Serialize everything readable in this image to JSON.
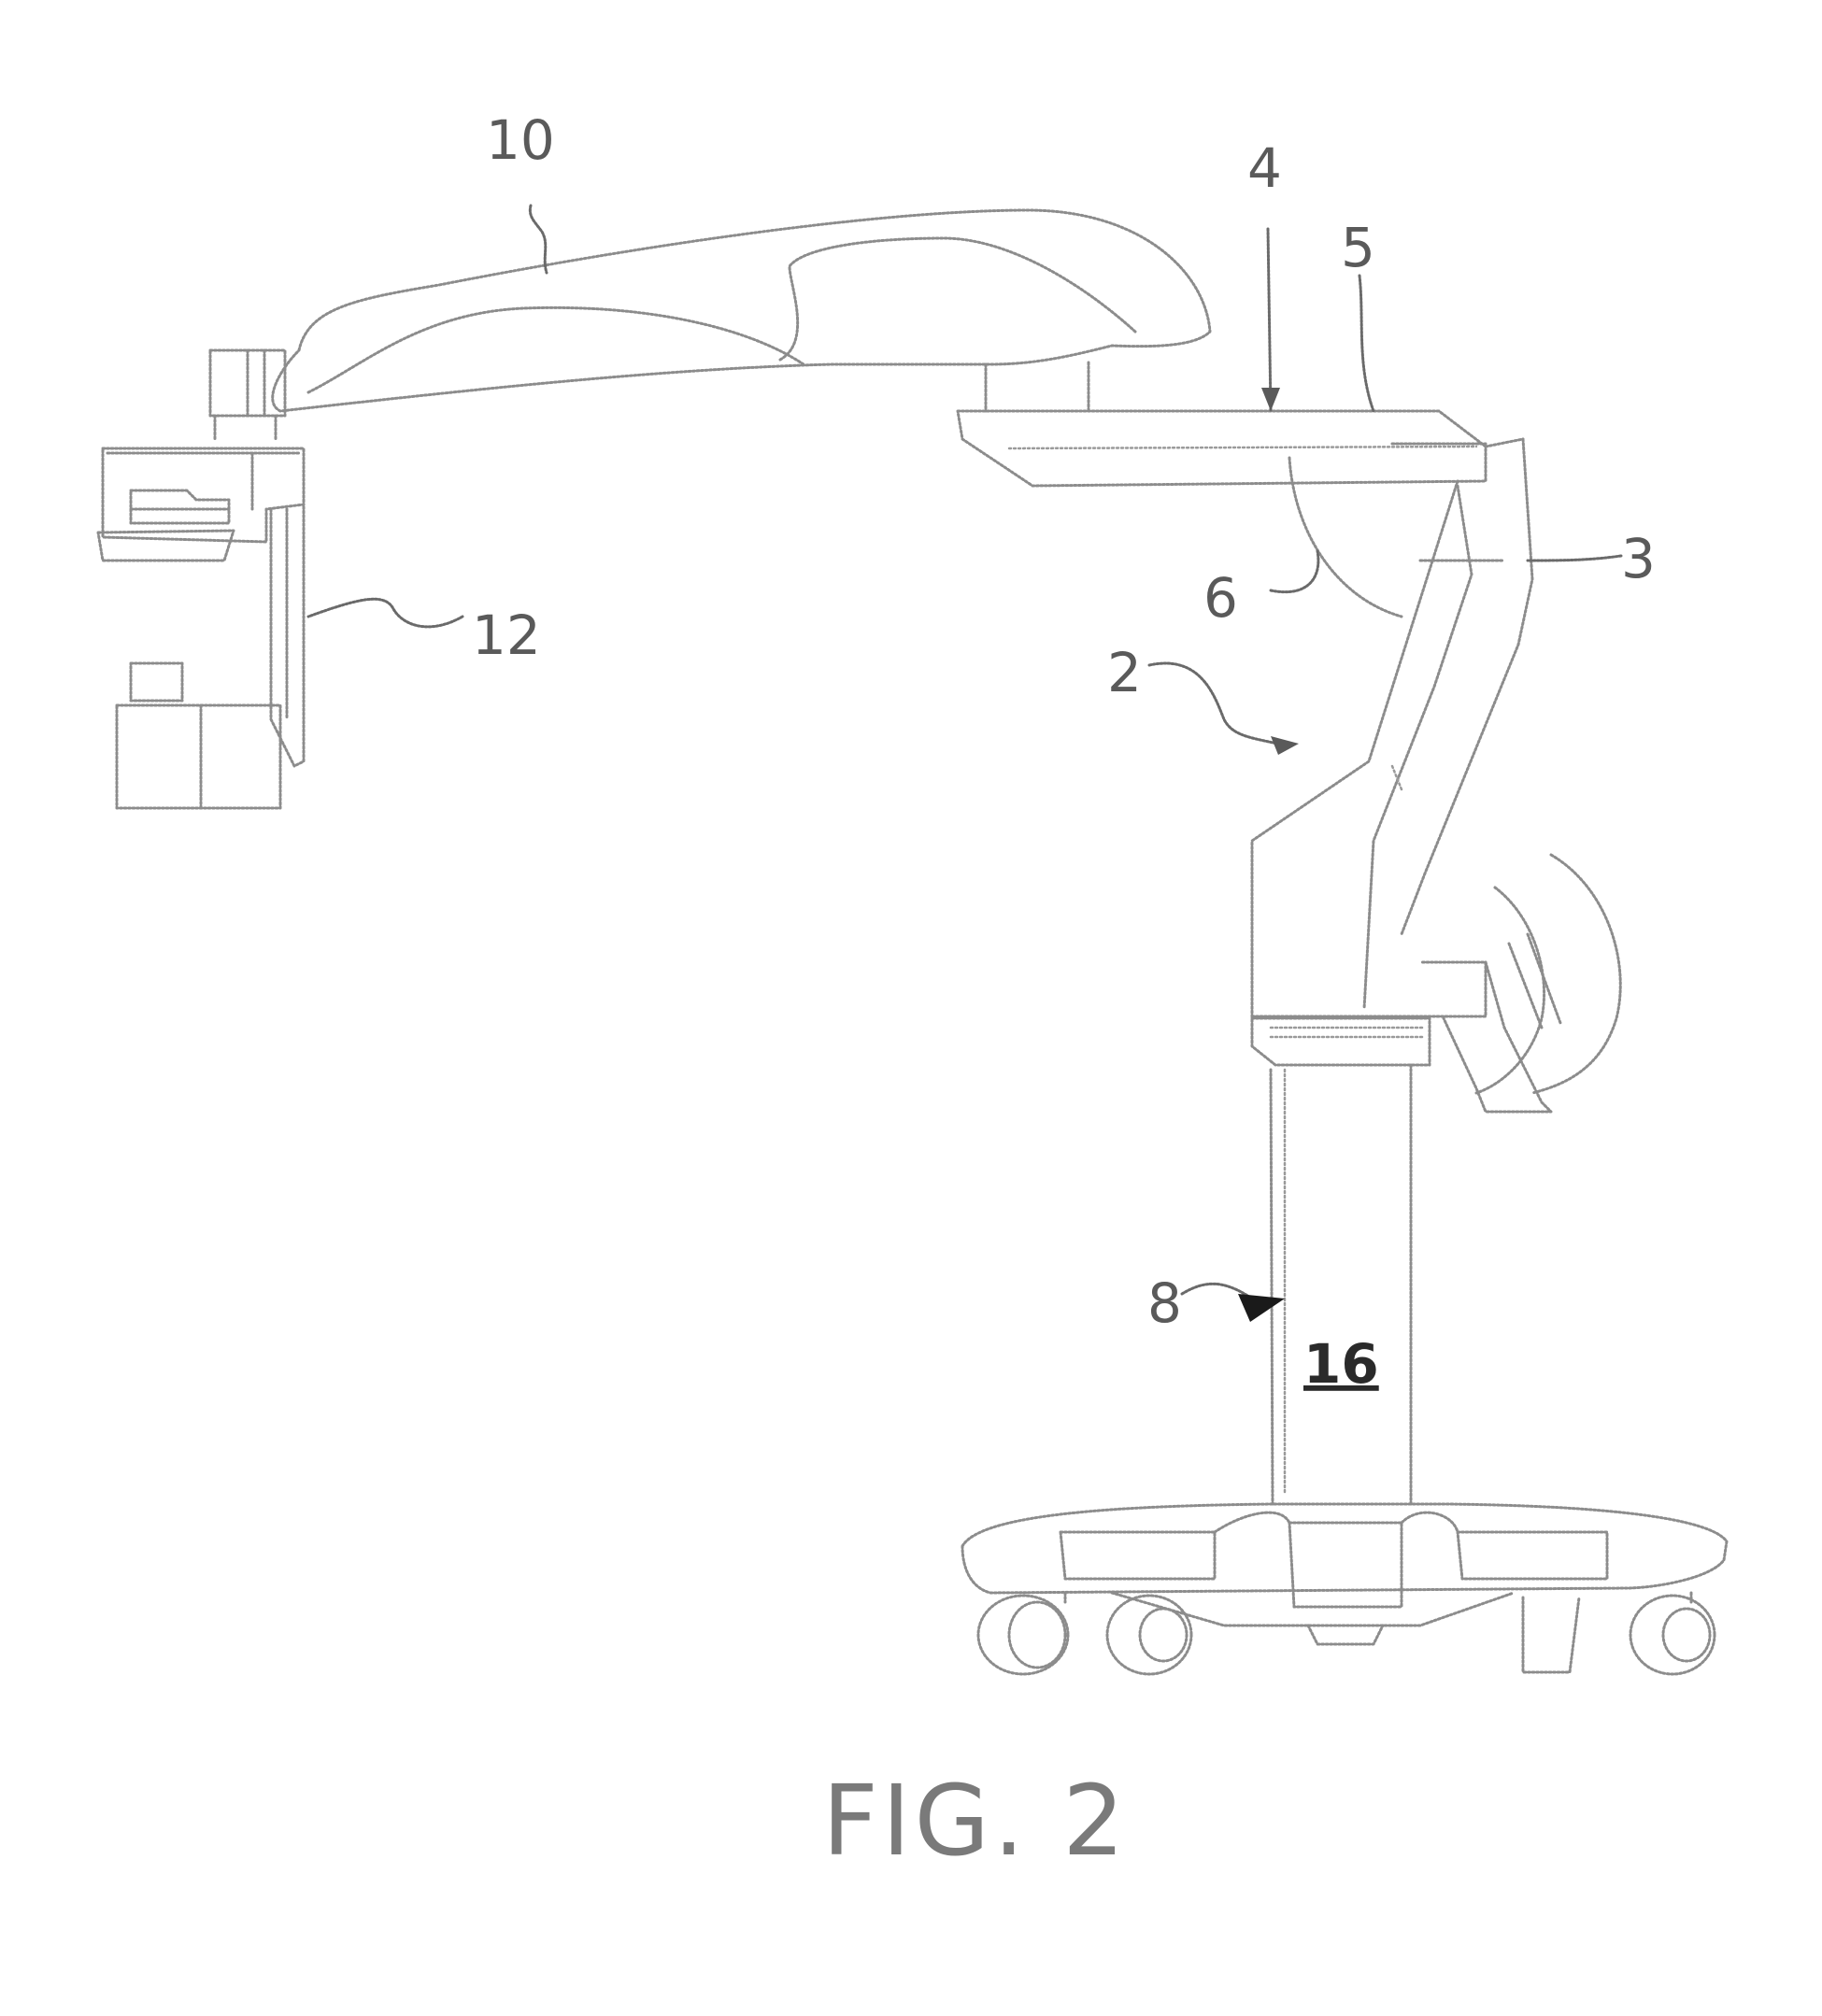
{
  "figure": {
    "caption": "FIG. 2",
    "reference_numerals": {
      "n10": "10",
      "n4": "4",
      "n5": "5",
      "n3": "3",
      "n6": "6",
      "n12": "12",
      "n2": "2",
      "n8": "8",
      "n16": "16"
    }
  }
}
